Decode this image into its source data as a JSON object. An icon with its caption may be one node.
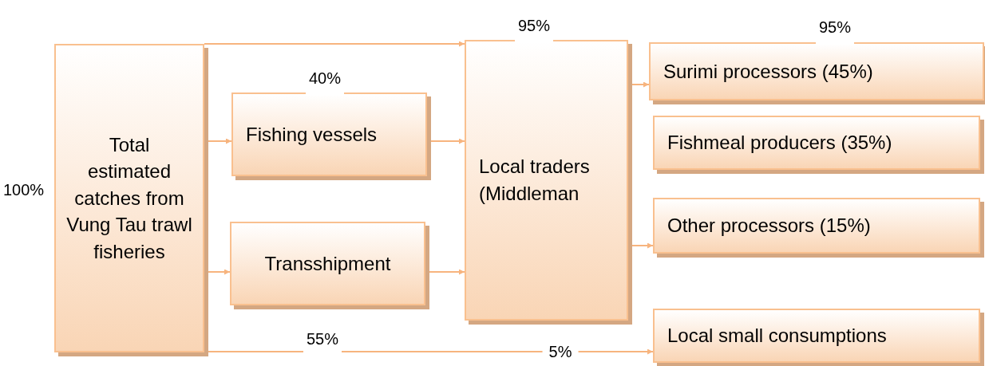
{
  "diagram": {
    "nodes": [
      {
        "text": [
          "Total estimated catches from Vung Tau trawl fisheries"
        ]
      },
      {
        "text": [
          "Fishing vessels"
        ]
      },
      {
        "text": [
          "Transshipment"
        ]
      },
      {
        "text": [
          "Local traders (Middleman"
        ]
      },
      {
        "text": [
          "Surimi processors (45%)"
        ]
      },
      {
        "text": [
          "Fishmeal producers (35%)"
        ]
      },
      {
        "text": [
          "Other processors (15%)"
        ]
      },
      {
        "text": [
          "Local small consumptions"
        ]
      }
    ],
    "edges": [
      {
        "from": 0,
        "to": 3,
        "arrow": "to"
      },
      {
        "from": 0,
        "to": 1,
        "arrow": "to"
      },
      {
        "from": 0,
        "to": 2,
        "arrow": "to"
      },
      {
        "from": 1,
        "to": 3,
        "arrow": "to"
      },
      {
        "from": 2,
        "to": 3,
        "arrow": "to"
      },
      {
        "from": 3,
        "to": 4,
        "arrow": "to"
      },
      {
        "from": 3,
        "to": 6,
        "arrow": "to"
      },
      {
        "from": 0,
        "to": 7,
        "arrow": "to",
        "label": "5%"
      }
    ],
    "labels": [
      "95%",
      "95%",
      "40%",
      "100%",
      "55%"
    ]
  }
}
